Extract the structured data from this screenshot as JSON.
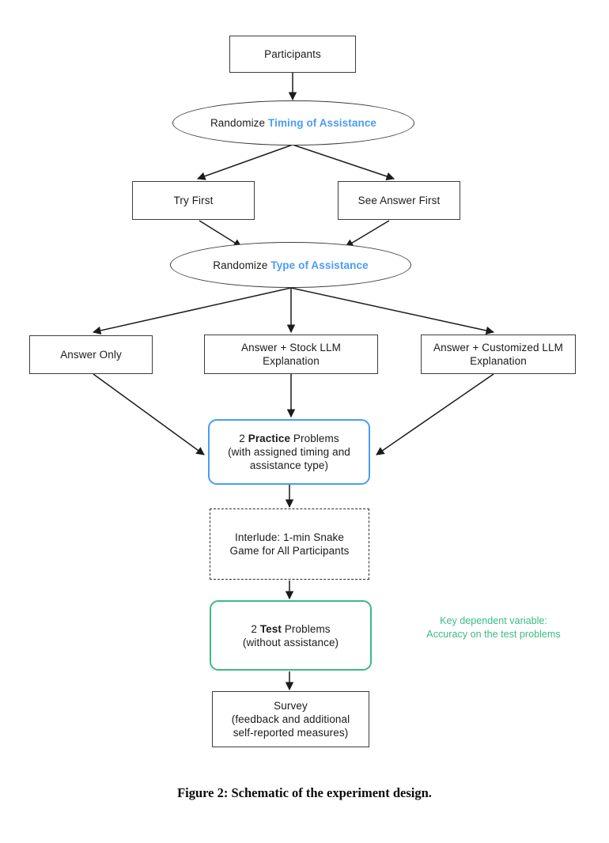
{
  "figure": {
    "caption": "Figure 2: Schematic of the experiment design.",
    "colors": {
      "accent_blue": "#4a9cf6",
      "accent_green": "#3cbb82",
      "stroke": "#3c3c3c",
      "text": "#1b1b1b",
      "background": "#ffffff"
    }
  },
  "nodes": {
    "participants": {
      "label": "Participants"
    },
    "randomize_timing": {
      "prefix": "Randomize ",
      "highlight": "Timing of Assistance"
    },
    "try_first": {
      "label": "Try First"
    },
    "see_answer_first": {
      "label": "See Answer First"
    },
    "randomize_type": {
      "prefix": "Randomize ",
      "highlight": "Type of Assistance"
    },
    "answer_only": {
      "label": "Answer Only"
    },
    "answer_stock_llm": {
      "line1": "Answer + Stock LLM",
      "line2": "Explanation"
    },
    "answer_customized_llm": {
      "line1": "Answer + Customized LLM",
      "line2": "Explanation"
    },
    "practice": {
      "line1_pre": "2 ",
      "line1_bold": "Practice",
      "line1_post": " Problems",
      "line2": "(with assigned timing and",
      "line3": "assistance type)"
    },
    "interlude": {
      "line1": "Interlude: 1-min Snake",
      "line2": "Game for All Participants"
    },
    "test": {
      "line1_pre": "2 ",
      "line1_bold": "Test",
      "line1_post": " Problems",
      "line2": "(without assistance)"
    },
    "survey": {
      "line1": "Survey",
      "line2": "(feedback and additional",
      "line3": "self-reported measures)"
    }
  },
  "annotations": {
    "key_dependent_variable": {
      "line1": "Key dependent variable:",
      "line2": "Accuracy on the test problems"
    }
  },
  "chart_data": {
    "type": "diagram",
    "title": "Schematic of the experiment design",
    "flow": [
      {
        "from": "Participants",
        "to": "Randomize Timing of Assistance"
      },
      {
        "from": "Randomize Timing of Assistance",
        "to": "Try First"
      },
      {
        "from": "Randomize Timing of Assistance",
        "to": "See Answer First"
      },
      {
        "from": "Try First",
        "to": "Randomize Type of Assistance"
      },
      {
        "from": "See Answer First",
        "to": "Randomize Type of Assistance"
      },
      {
        "from": "Randomize Type of Assistance",
        "to": "Answer Only"
      },
      {
        "from": "Randomize Type of Assistance",
        "to": "Answer + Stock LLM Explanation"
      },
      {
        "from": "Randomize Type of Assistance",
        "to": "Answer + Customized LLM Explanation"
      },
      {
        "from": "Answer Only",
        "to": "2 Practice Problems"
      },
      {
        "from": "Answer + Stock LLM Explanation",
        "to": "2 Practice Problems"
      },
      {
        "from": "Answer + Customized LLM Explanation",
        "to": "2 Practice Problems"
      },
      {
        "from": "2 Practice Problems",
        "to": "Interlude: 1-min Snake Game"
      },
      {
        "from": "Interlude: 1-min Snake Game",
        "to": "2 Test Problems"
      },
      {
        "from": "2 Test Problems",
        "to": "Survey"
      }
    ]
  }
}
